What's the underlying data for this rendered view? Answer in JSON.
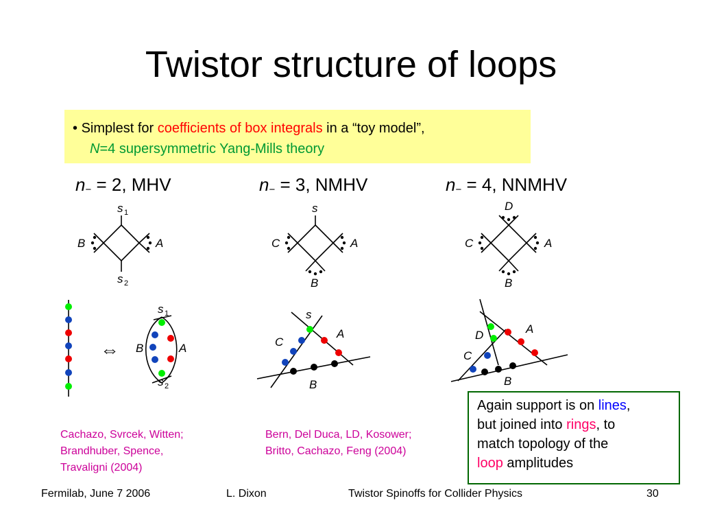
{
  "slide": {
    "title": "Twistor structure of loops",
    "bullet": {
      "marker": "•",
      "part1": "Simplest for ",
      "highlight": "coefficients of box integrals",
      "part2": " in a “toy model”,",
      "n_symbol": "N",
      "line2_rest": "=4 supersymmetric Yang-Mills theory"
    },
    "diagrams": [
      {
        "n": "n",
        "sub": "−",
        "label_rest": " = 2, MHV",
        "top": "s",
        "top_sub": "1",
        "left": "B",
        "right": "A",
        "bottom": "s",
        "bottom_sub": "2"
      },
      {
        "n": "n",
        "sub": "−",
        "label_rest": " = 3, NMHV",
        "top": "s",
        "left": "C",
        "right": "A",
        "bottom": "B"
      },
      {
        "n": "n",
        "sub": "−",
        "label_rest": " = 4,  NNMHV",
        "top": "D",
        "left": "C",
        "right": "A",
        "bottom": "B"
      }
    ],
    "twistor_labels": {
      "ring1": {
        "top": "s",
        "top_sub": "1",
        "left": "B",
        "right": "A",
        "bottom": "s",
        "bottom_sub": "2"
      },
      "ring2": {
        "top": "s",
        "left": "C",
        "right": "A",
        "bottom": "B"
      },
      "ring3": {
        "top": "D",
        "left": "C",
        "right": "A",
        "bottom": "B"
      },
      "equiv_symbol": "⇔"
    },
    "references": {
      "ref1": [
        "Cachazo, Svrcek, Witten;",
        "Brandhuber, Spence,",
        "Travaligni (2004)"
      ],
      "ref2": [
        "Bern, Del Duca, LD, Kosower;",
        "Britto, Cachazo, Feng (2004)"
      ]
    },
    "callout": {
      "t1": "Again support is on ",
      "lines": "lines",
      "t2": ",",
      "t3": "but joined into ",
      "rings": "rings",
      "t4": ", to",
      "t5": "match topology of the",
      "loop": "loop",
      "t6": " amplitudes"
    },
    "footer": {
      "left": "Fermilab, June 7 2006",
      "author": "L. Dixon",
      "center": "Twistor Spinoffs for Collider Physics",
      "page": "30"
    },
    "colors": {
      "dot_green": "#00ee00",
      "dot_red": "#ee0000",
      "dot_blue": "#1144bb",
      "dot_black": "#000000",
      "callout_border": "#006600",
      "box_bg": "#ffff99"
    }
  }
}
